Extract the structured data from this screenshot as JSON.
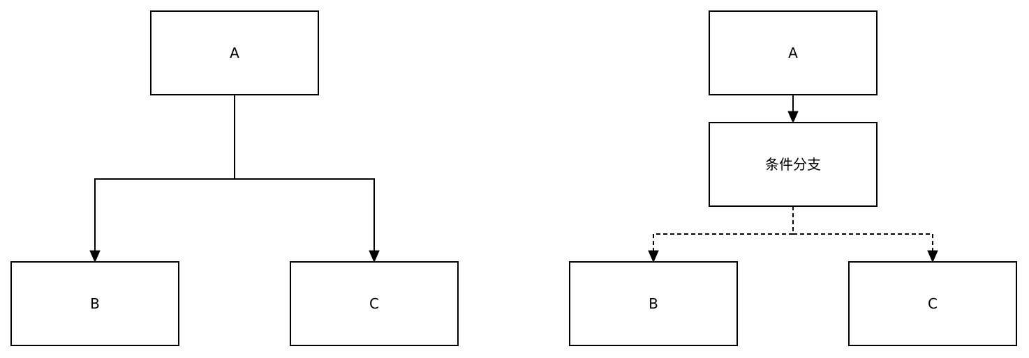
{
  "diagrams": [
    {
      "nodes": [
        {
          "id": "A",
          "label": "A"
        },
        {
          "id": "B",
          "label": "B"
        },
        {
          "id": "C",
          "label": "C"
        }
      ],
      "edges": [
        {
          "from": "A",
          "to": "B",
          "style": "solid"
        },
        {
          "from": "A",
          "to": "C",
          "style": "solid"
        }
      ]
    },
    {
      "nodes": [
        {
          "id": "A",
          "label": "A"
        },
        {
          "id": "branch",
          "label": "条件分支"
        },
        {
          "id": "B",
          "label": "B"
        },
        {
          "id": "C",
          "label": "C"
        }
      ],
      "edges": [
        {
          "from": "A",
          "to": "branch",
          "style": "solid"
        },
        {
          "from": "branch",
          "to": "B",
          "style": "dashed"
        },
        {
          "from": "branch",
          "to": "C",
          "style": "dashed"
        }
      ]
    }
  ],
  "colors": {
    "stroke": "#000000",
    "fill": "#ffffff",
    "text": "#000000"
  }
}
